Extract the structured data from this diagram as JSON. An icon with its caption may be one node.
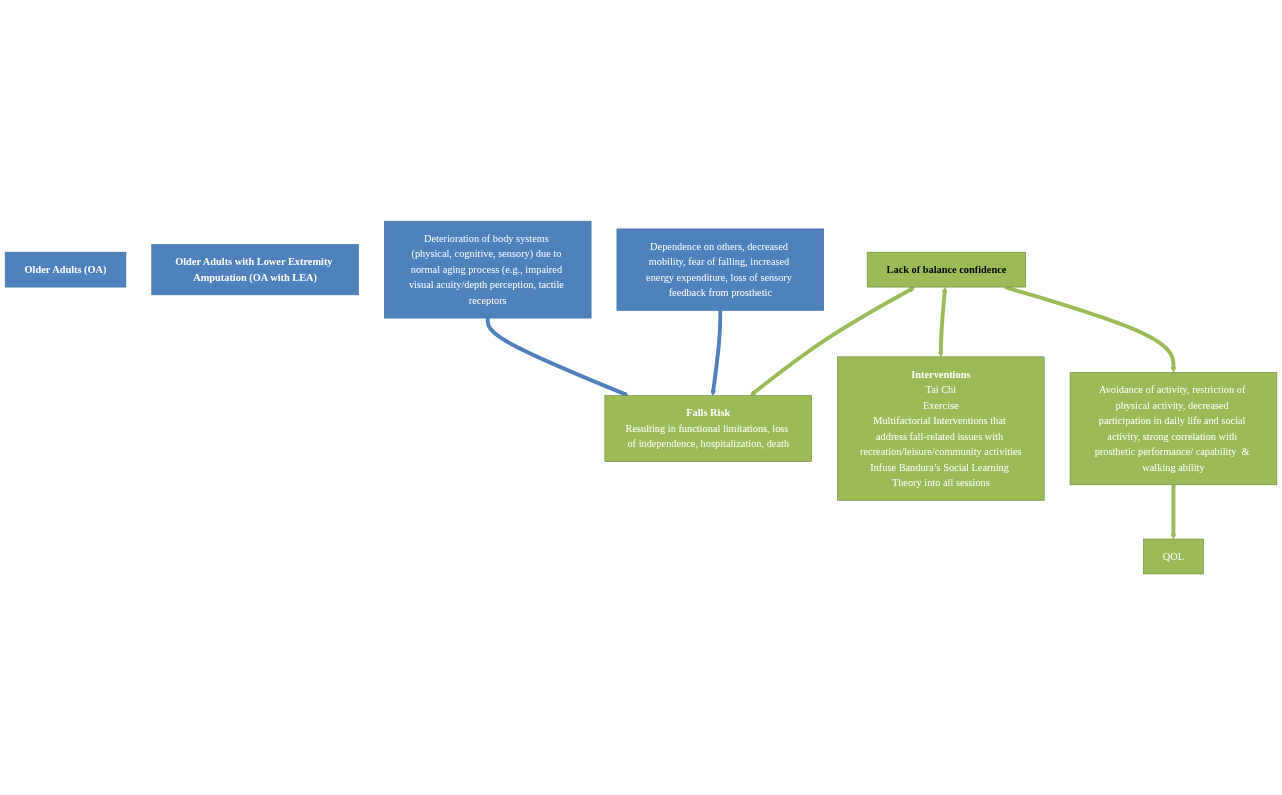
{
  "diagram": {
    "nodes": [
      {
        "text": [
          "Older Adults (OA)"
        ]
      },
      {
        "text": [
          "Older Adults with Lower Extremity Amputation (OA with LEA)"
        ]
      },
      {
        "text": [
          "Deterioration of body systems (physical, cognitive, sensory) due to normal aging process (e.g., impaired visual acuity/depth perception, tactile receptors"
        ]
      },
      {
        "text": [
          "Dependence on others, decreased mobility, fear of falling, increased energy expenditure, loss of sensory feedback from prosthetic"
        ]
      },
      {
        "text": [
          "Lack of balance confidence"
        ]
      },
      {
        "text": [
          "Avoidance of activity, restriction of physical activity, decreased participation in daily life and social activity, strong correlation with prosthetic performance/ capability  & walking ability"
        ]
      },
      {
        "text": [
          "QOL"
        ]
      },
      {
        "text": [
          "Falls Risk",
          "Resulting in functional limitations, loss of independence, hospitalization, death"
        ]
      },
      {
        "text": [
          "Interventions",
          "Tai Chi",
          "Exercise",
          "Multifactorial Interventions that address fall-related issues with recreation/leisure/community activities",
          "Infuse Bandura’s Social Learning Theory into all sessions"
        ]
      }
    ],
    "edges": [
      {
        "from": 2,
        "to": 7,
        "arrow": "to",
        "color": "#4f81bd"
      },
      {
        "from": 3,
        "to": 7,
        "arrow": "to",
        "color": "#4f81bd"
      },
      {
        "from": 4,
        "to": 7,
        "arrow": "both"
      },
      {
        "from": 4,
        "to": 8,
        "arrow": "both"
      },
      {
        "from": 4,
        "to": 5,
        "arrow": "to"
      },
      {
        "from": 5,
        "to": 6,
        "arrow": "to"
      }
    ]
  }
}
